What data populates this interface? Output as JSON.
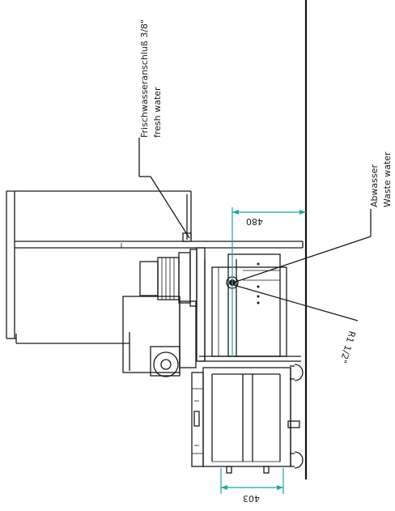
{
  "labels": {
    "fresh_water_de": "Frischwasseranschluß 3/8\"",
    "fresh_water_en": "fresh water",
    "waste_water_de": "Abwasser",
    "waste_water_en": "Waste water",
    "thread": "R1 1/2\""
  },
  "dimensions": {
    "upper": "480",
    "lower": "403"
  },
  "colors": {
    "line": "#1a1a1a",
    "dimension": "#1aa7a0"
  }
}
